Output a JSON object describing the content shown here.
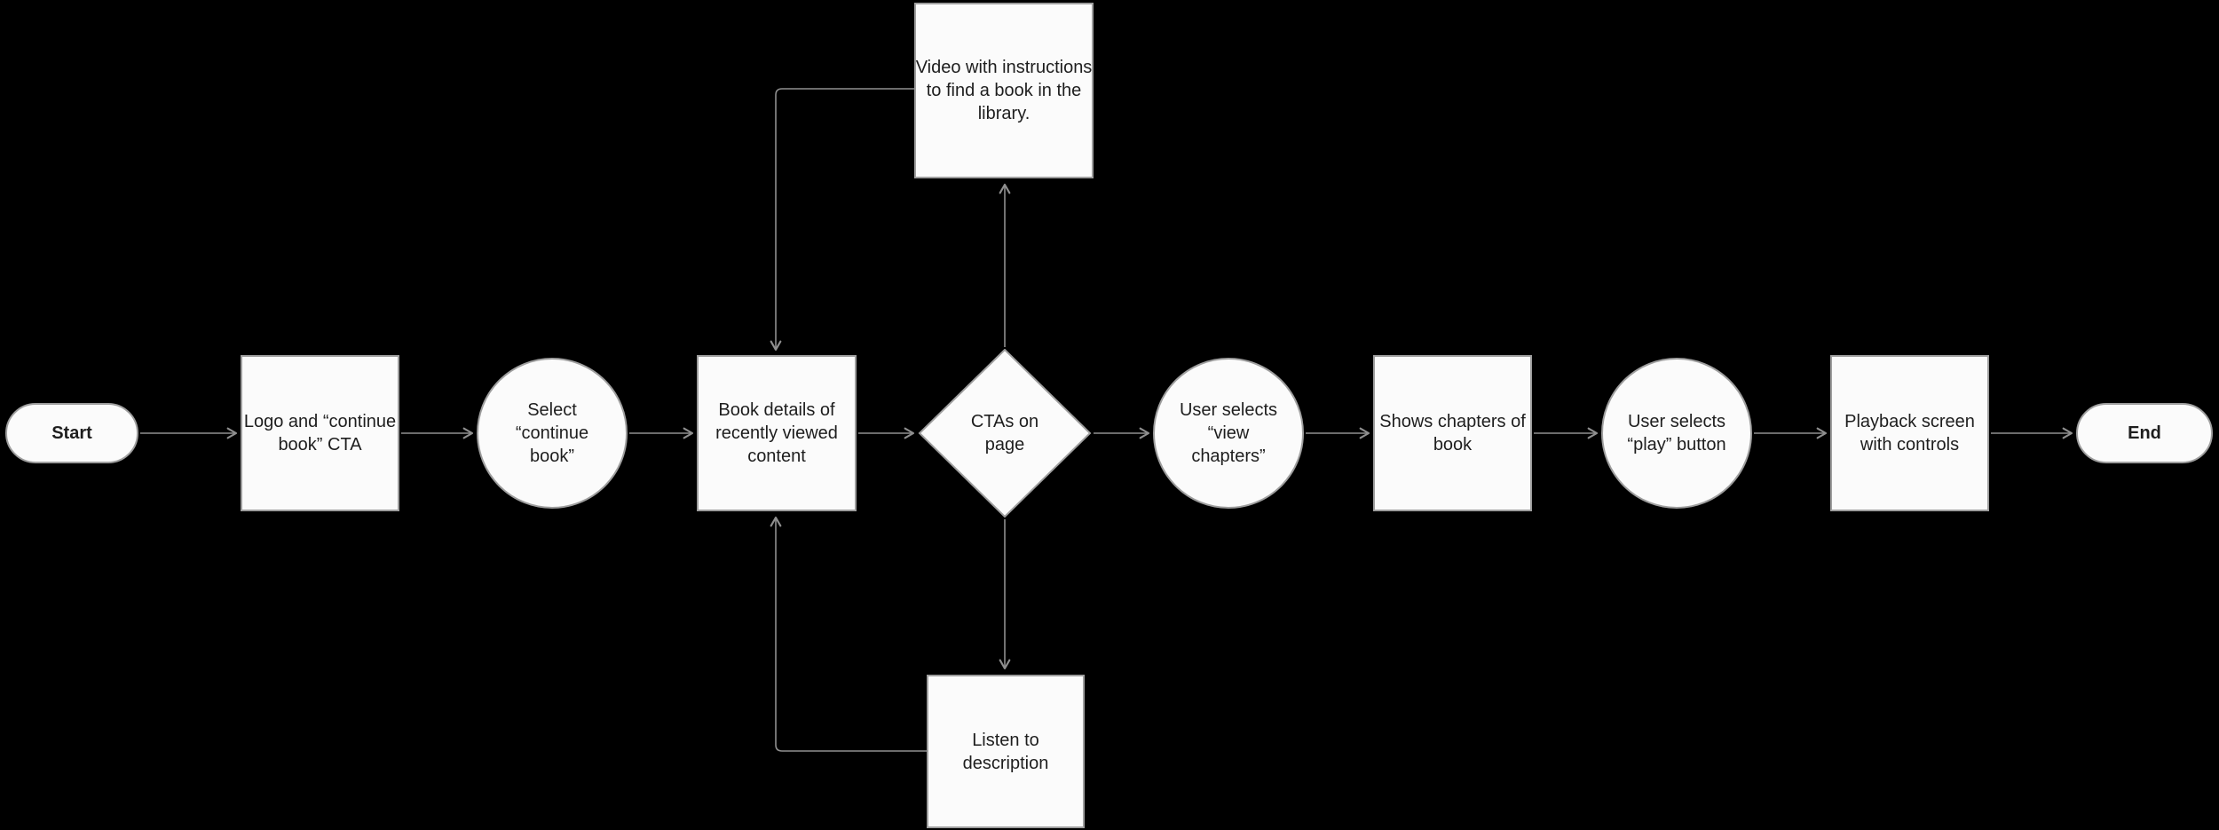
{
  "colors": {
    "background": "#000000",
    "node_fill": "#fbfbfb",
    "node_border": "#9e9e9e",
    "connector": "#8f8f8f",
    "text": "#1e1e1e"
  },
  "diagram": {
    "nodes": {
      "start": {
        "type": "terminator",
        "label": "Start"
      },
      "logo_cta": {
        "type": "process",
        "label": "Logo and “continue\nbook” CTA"
      },
      "select_continue": {
        "type": "circle",
        "label": "Select\n“continue\nbook”"
      },
      "book_details": {
        "type": "process",
        "label": "Book details of\nrecently viewed\ncontent"
      },
      "ctas_on_page": {
        "type": "decision",
        "label": "CTAs on\npage"
      },
      "view_chapters": {
        "type": "circle",
        "label": "User selects\n“view\nchapters”"
      },
      "shows_chapters": {
        "type": "process",
        "label": "Shows chapters of\nbook"
      },
      "play_button": {
        "type": "circle",
        "label": "User selects\n“play” button"
      },
      "playback_screen": {
        "type": "process",
        "label": "Playback screen\nwith controls"
      },
      "end": {
        "type": "terminator",
        "label": "End"
      },
      "video_instructions": {
        "type": "process",
        "label": "Video with instructions\nto find a book in the\nlibrary."
      },
      "listen_description": {
        "type": "process",
        "label": "Listen to\ndescription"
      }
    },
    "edges": [
      {
        "from": "start",
        "to": "logo_cta"
      },
      {
        "from": "logo_cta",
        "to": "select_continue"
      },
      {
        "from": "select_continue",
        "to": "book_details"
      },
      {
        "from": "book_details",
        "to": "ctas_on_page"
      },
      {
        "from": "ctas_on_page",
        "to": "view_chapters"
      },
      {
        "from": "view_chapters",
        "to": "shows_chapters"
      },
      {
        "from": "shows_chapters",
        "to": "play_button"
      },
      {
        "from": "play_button",
        "to": "playback_screen"
      },
      {
        "from": "playback_screen",
        "to": "end"
      },
      {
        "from": "ctas_on_page",
        "to": "video_instructions"
      },
      {
        "from": "video_instructions",
        "to": "book_details"
      },
      {
        "from": "ctas_on_page",
        "to": "listen_description"
      },
      {
        "from": "listen_description",
        "to": "book_details"
      }
    ]
  }
}
